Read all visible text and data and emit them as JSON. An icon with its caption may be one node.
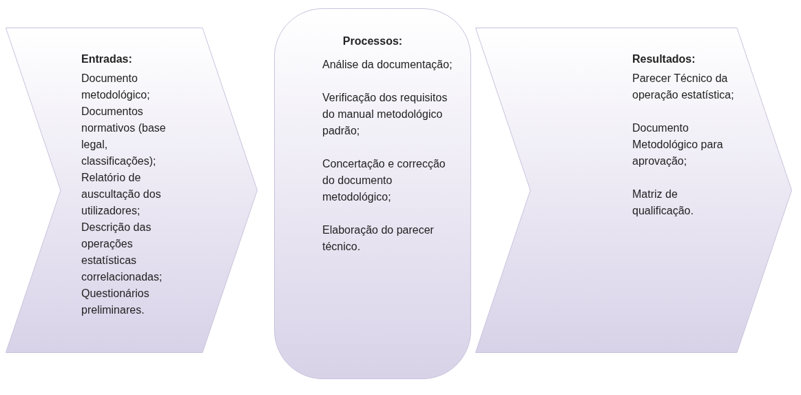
{
  "diagram": {
    "nodes": [
      {
        "text": [
          "Entradas:",
          "Documento metodológico;",
          "Documentos normativos (base legal, classificações);",
          "Relatório de auscultação dos utilizadores;",
          "Descrição das operações estatísticas correlacionadas;",
          "Questionários preliminares."
        ]
      },
      {
        "text": [
          "Processos:",
          "Análise da documentação;",
          "Verificação dos requisitos do manual metodológico padrão;",
          "Concertação e correcção do documento metodológico;",
          "Elaboração do parecer técnico."
        ]
      },
      {
        "text": [
          "Resultados:",
          "Parecer Técnico da operação estatística;",
          "Documento Metodológico para aprovação;",
          "Matriz de qualificação."
        ]
      }
    ]
  }
}
